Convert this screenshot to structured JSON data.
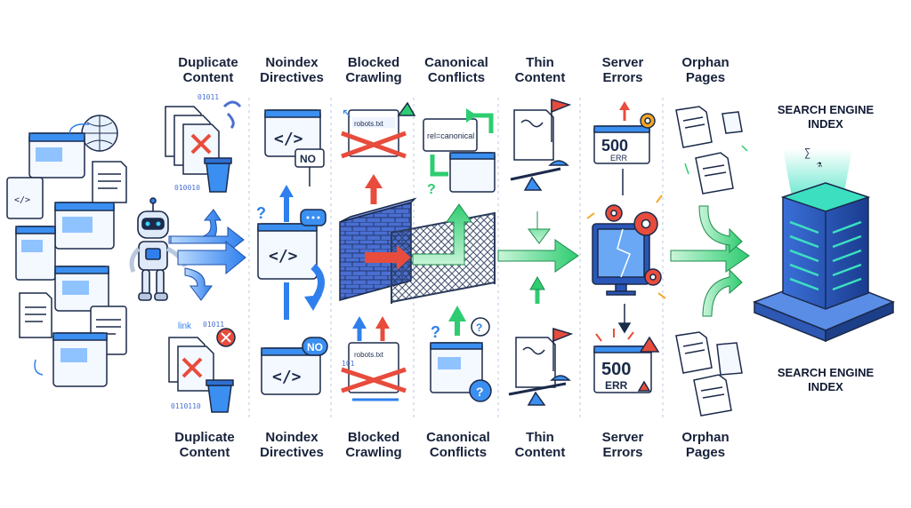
{
  "top_labels": [
    {
      "line1": "Duplicate",
      "line2": "Content"
    },
    {
      "line1": "Noindex",
      "line2": "Directives"
    },
    {
      "line1": "Blocked",
      "line2": "Crawling"
    },
    {
      "line1": "Canonical",
      "line2": "Conflicts"
    },
    {
      "line1": "Thin",
      "line2": "Content"
    },
    {
      "line1": "Server",
      "line2": "Errors"
    },
    {
      "line1": "Orphan",
      "line2": "Pages"
    }
  ],
  "bottom_labels": [
    {
      "line1": "Duplicate",
      "line2": "Content"
    },
    {
      "line1": "Noindex",
      "line2": "Directives"
    },
    {
      "line1": "Blocked",
      "line2": "Crawling"
    },
    {
      "line1": "Canonical",
      "line2": "Conflicts"
    },
    {
      "line1": "Thin",
      "line2": "Content"
    },
    {
      "line1": "Server",
      "line2": "Errors"
    },
    {
      "line1": "Orphan",
      "line2": "Pages"
    }
  ],
  "index_top": {
    "line1": "SEARCH ENGINE",
    "line2": "INDEX"
  },
  "index_bottom": {
    "line1": "SEARCH ENGINE",
    "line2": "INDEX"
  },
  "tags": {
    "no": "NO",
    "robots": "robots.txt",
    "rel_canonical": "rel=canonical",
    "err_code": "500",
    "err_text": "ERR",
    "link": "link",
    "code_glyph": "</>",
    "question": "?",
    "binary1": "01011",
    "binary2": "010010",
    "binary3": "0110110",
    "binary4": "101"
  },
  "colors": {
    "blue": "#2f80ed",
    "green": "#27ae60",
    "red": "#e74c3c",
    "brick": "#4a6fd1",
    "outline": "#1b2a4a"
  }
}
